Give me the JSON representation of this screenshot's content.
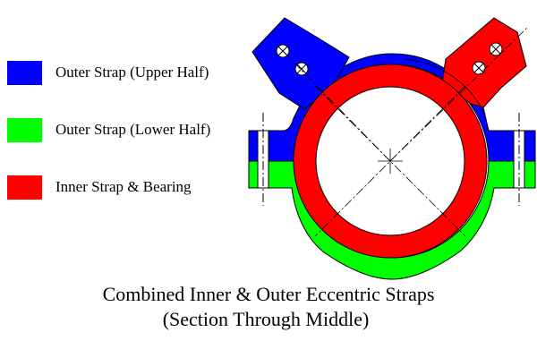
{
  "legend": {
    "items": [
      {
        "label": "Outer Strap (Upper Half)",
        "color": "#0000ff"
      },
      {
        "label": "Outer Strap (Lower Half)",
        "color": "#00ff00"
      },
      {
        "label": "Inner Strap & Bearing",
        "color": "#ff0000"
      }
    ]
  },
  "caption": {
    "line1": "Combined Inner & Outer Eccentric Straps",
    "line2": "(Section Through Middle)"
  },
  "colors": {
    "upper_strap": "#0000ff",
    "lower_strap": "#00ff00",
    "inner_strap": "#ff0000",
    "outline": "#000000",
    "background": "#ffffff"
  }
}
